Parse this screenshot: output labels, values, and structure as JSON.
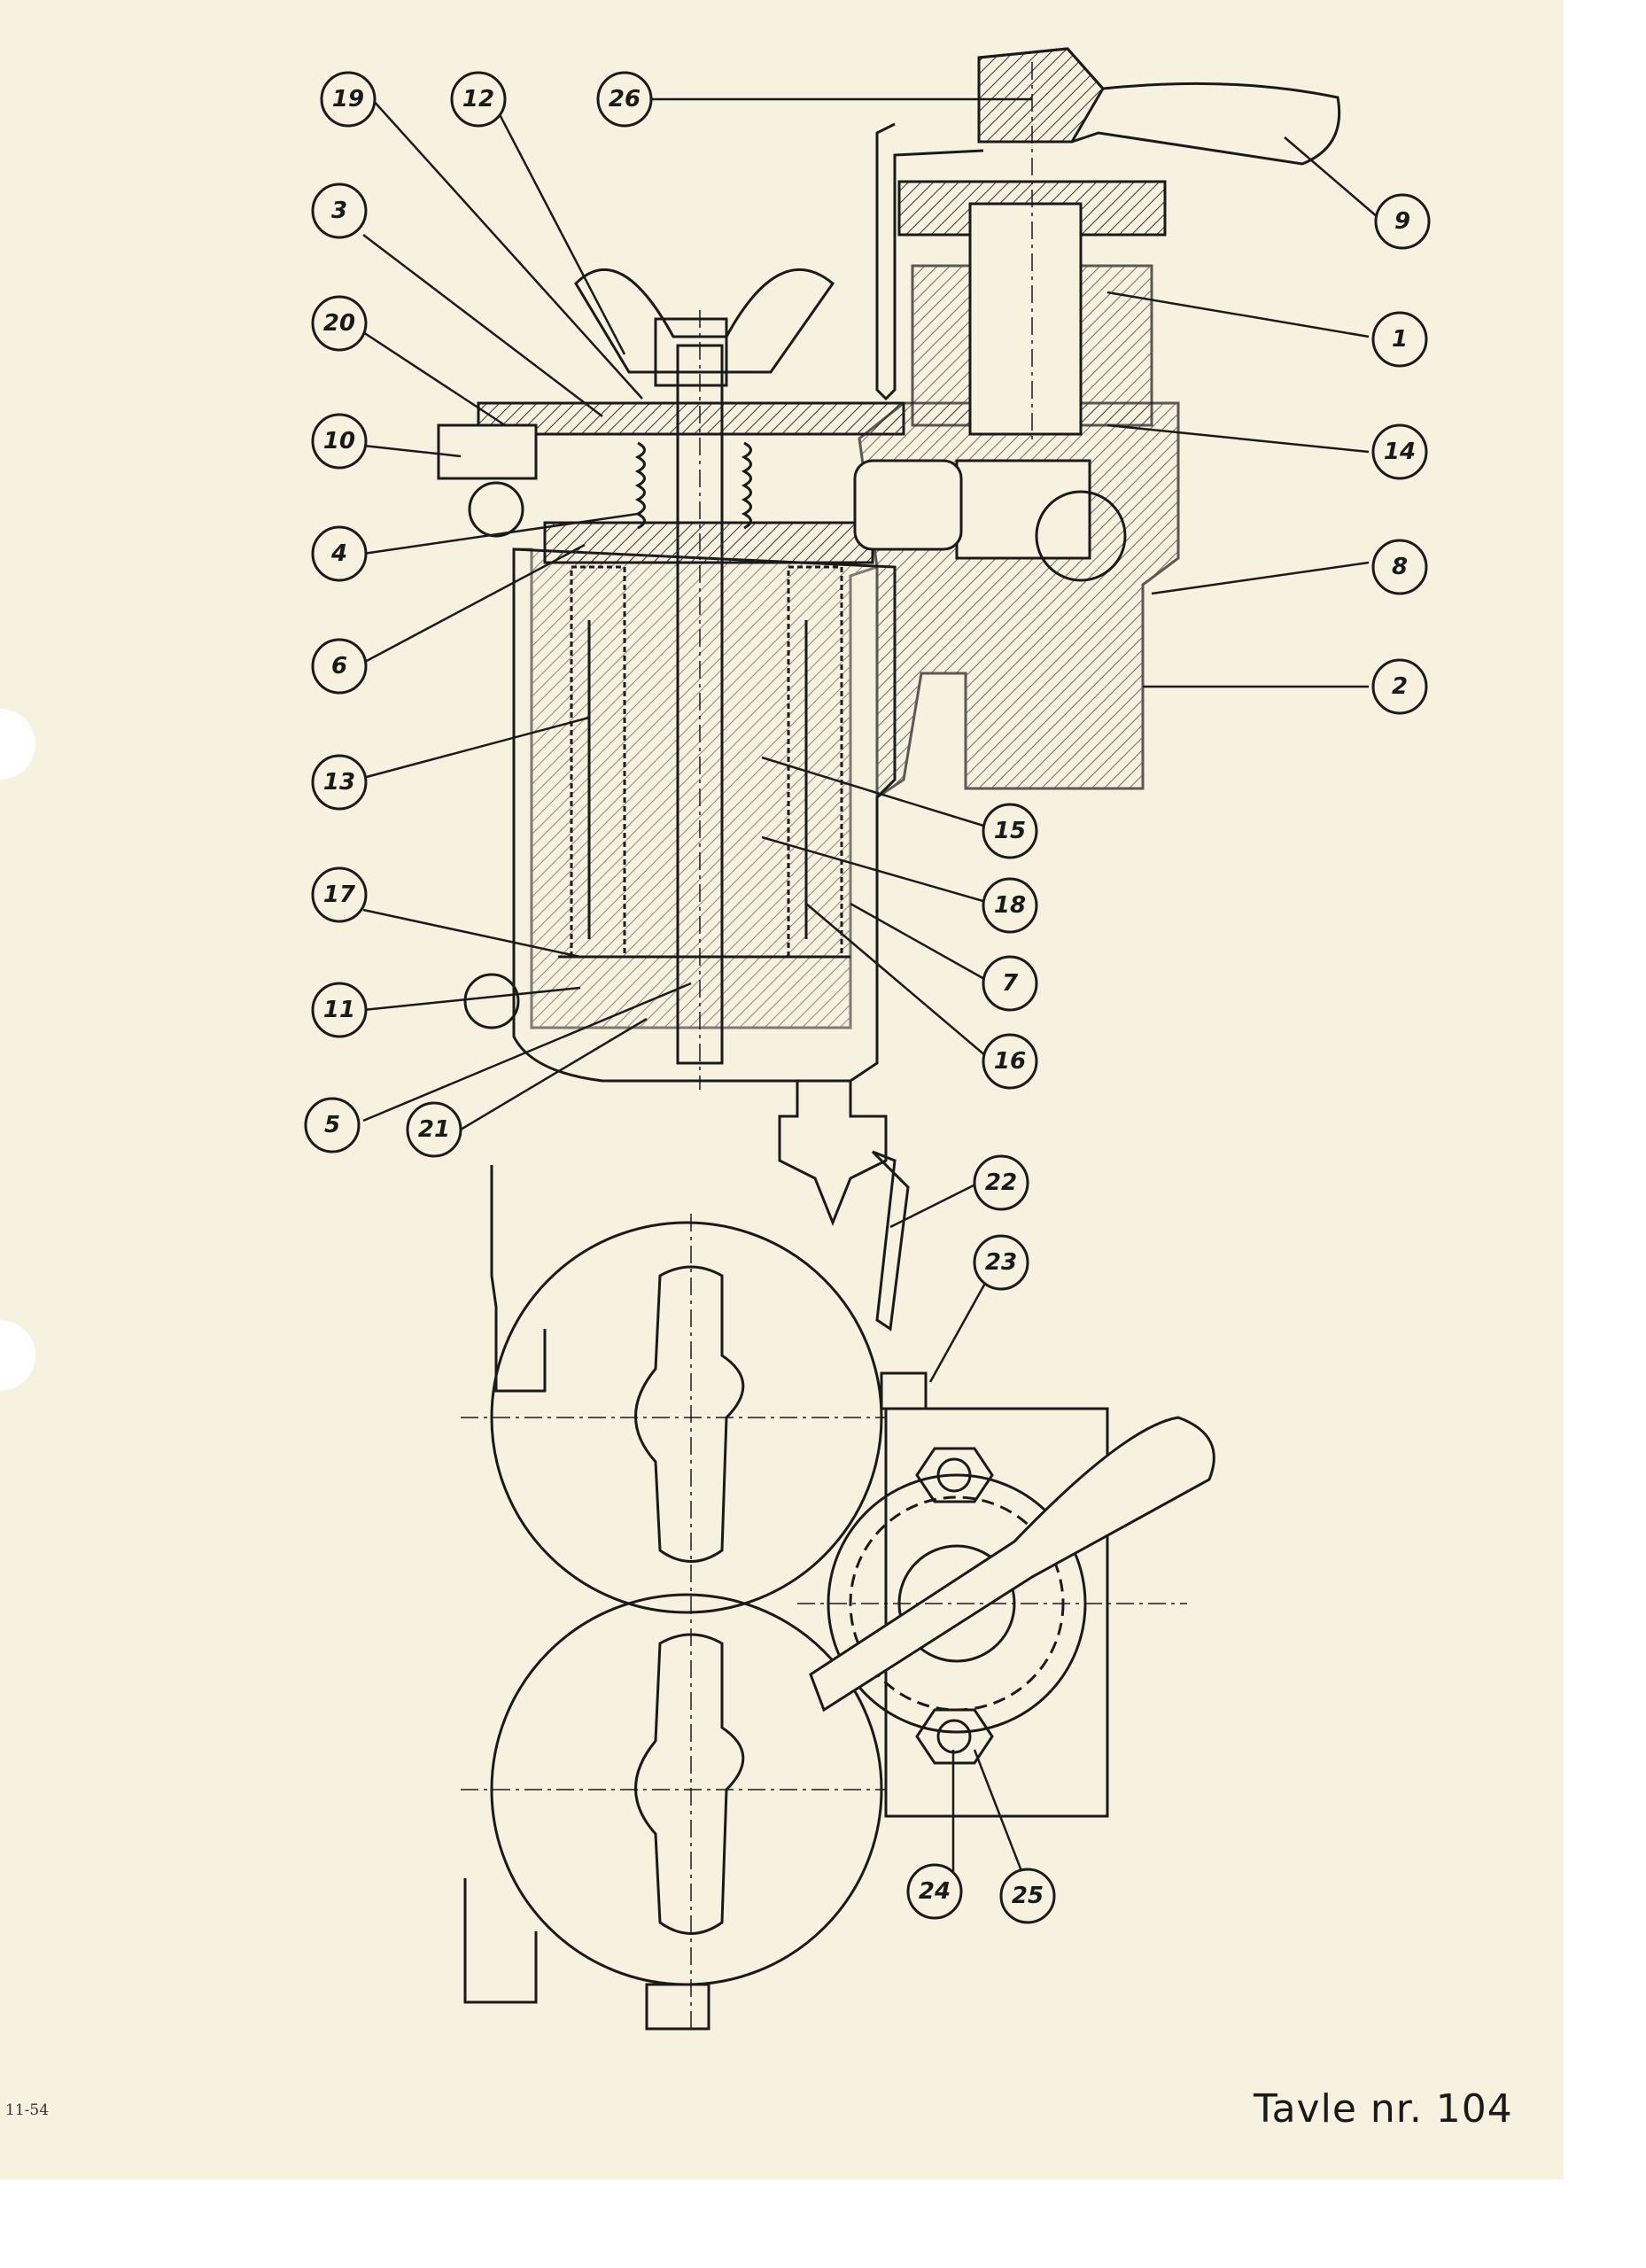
{
  "plate_label": "Tavle nr. 104",
  "print_code": "11-54",
  "callouts": [
    "19",
    "12",
    "26",
    "3",
    "20",
    "10",
    "4",
    "6",
    "13",
    "17",
    "11",
    "5",
    "21",
    "9",
    "1",
    "14",
    "8",
    "2",
    "15",
    "18",
    "7",
    "16",
    "22",
    "23",
    "24",
    "25"
  ],
  "colors": {
    "paper": "#f7f1e0",
    "ink": "#1a1a1a",
    "hatch": "#333333"
  }
}
